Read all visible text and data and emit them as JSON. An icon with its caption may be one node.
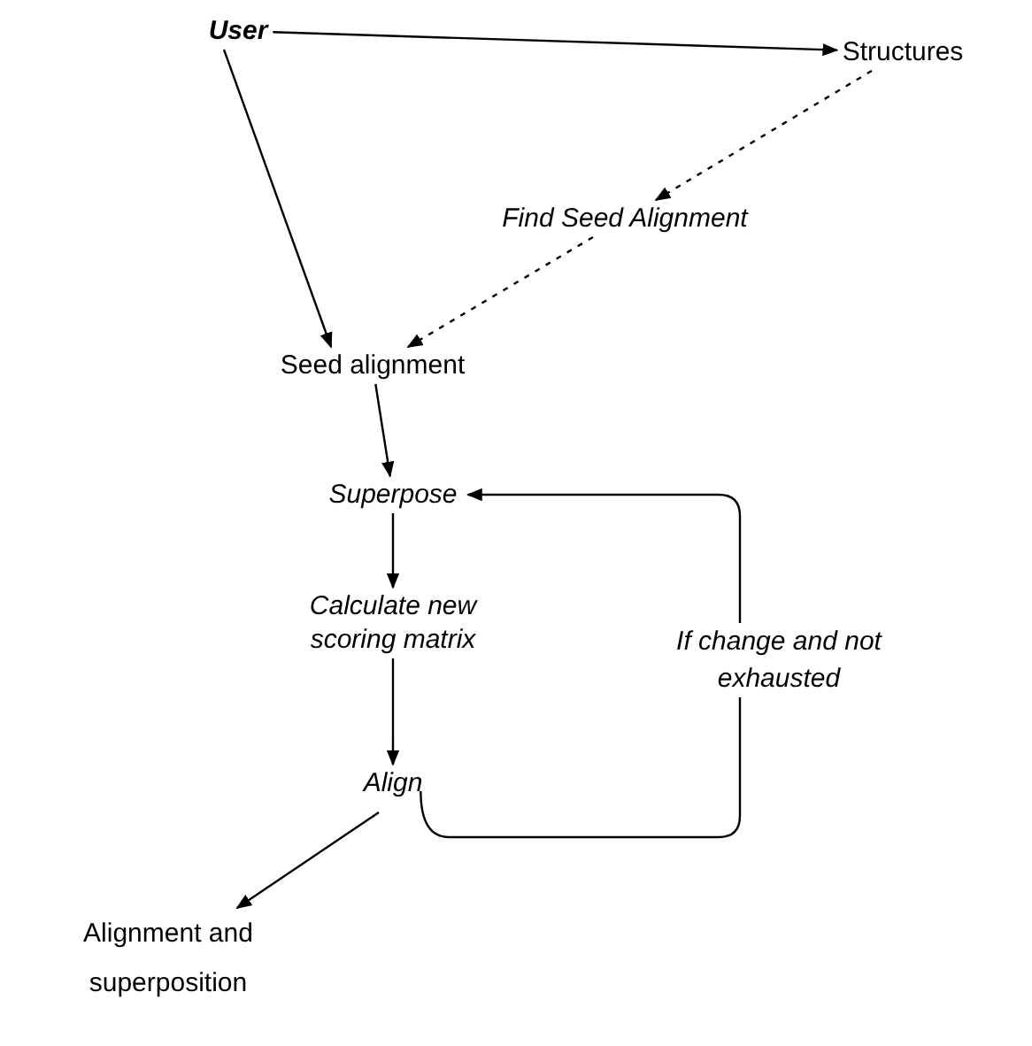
{
  "diagram": {
    "nodes": [
      {
        "text": [
          "User"
        ]
      },
      {
        "text": [
          "Structures"
        ]
      },
      {
        "text": [
          "Find Seed Alignment"
        ]
      },
      {
        "text": [
          "Seed alignment"
        ]
      },
      {
        "text": [
          "Superpose"
        ]
      },
      {
        "text": [
          "Calculate new scoring matrix"
        ]
      },
      {
        "text": [
          "Align"
        ]
      },
      {
        "text": [
          "Alignment and superposition"
        ]
      }
    ],
    "edges": [
      {
        "from": 0,
        "to": 1,
        "arrow": "to"
      },
      {
        "from": 0,
        "to": 3,
        "arrow": "to"
      },
      {
        "from": 1,
        "to": 2,
        "arrow": "to",
        "style": "dashed"
      },
      {
        "from": 2,
        "to": 3,
        "arrow": "to",
        "style": "dashed"
      },
      {
        "from": 3,
        "to": 4,
        "arrow": "to"
      },
      {
        "from": 4,
        "to": 5,
        "arrow": "to"
      },
      {
        "from": 5,
        "to": 6,
        "arrow": "to"
      },
      {
        "from": 6,
        "to": 4,
        "arrow": "to",
        "label": "If change and not exhausted"
      },
      {
        "from": 6,
        "to": 7,
        "arrow": "to"
      }
    ]
  }
}
